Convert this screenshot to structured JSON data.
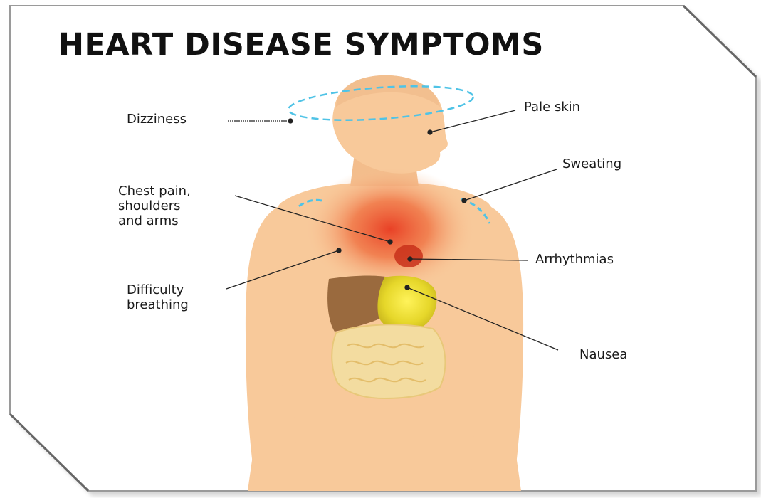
{
  "title": "HEART DISEASE SYMPTOMS",
  "symptoms": {
    "dizziness": "Dizziness",
    "pale_skin": "Pale skin",
    "sweating": "Sweating",
    "chest_pain": "Chest pain,\nshoulders\nand arms",
    "arrhythmias": "Arrhythmias",
    "difficulty_breathing": "Difficulty\nbreathing",
    "nausea": "Nausea"
  },
  "colors": {
    "skin": "#f8c99a",
    "pain_red": "#e8452a",
    "halo_blue": "#4fc3e6",
    "liver": "#9a6a3e",
    "stomach": "#e6d72a",
    "intestines": "#f3dca0"
  }
}
